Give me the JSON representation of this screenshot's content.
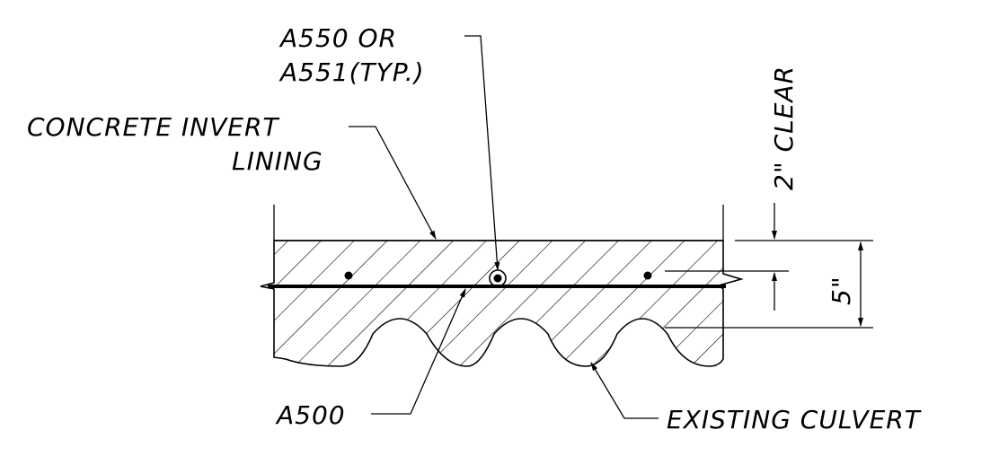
{
  "labels": {
    "rebar_callout_line1": "A550 OR",
    "rebar_callout_line2": "A551(TYP.)",
    "lining_line1": "CONCRETE INVERT",
    "lining_line2": "LINING",
    "clear_cover": "2\" CLEAR",
    "thickness": "5\"",
    "mesh": "A500",
    "culvert": "EXISTING CULVERT"
  },
  "colors": {
    "ink": "#000000",
    "background": "#ffffff"
  }
}
